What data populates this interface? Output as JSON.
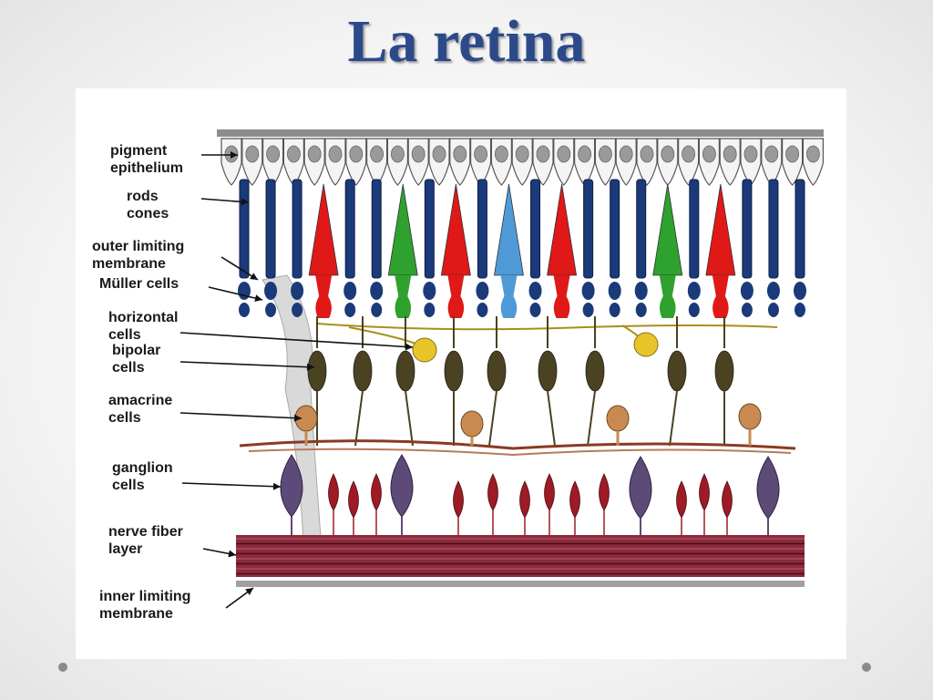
{
  "slide": {
    "title": "La retina"
  },
  "diagram": {
    "labels": [
      [
        "pigment",
        "epithelium"
      ],
      [
        "rods",
        "cones"
      ],
      [
        "outer limiting",
        "membrane"
      ],
      [
        "Müller cells"
      ],
      [
        "horizontal",
        "cells"
      ],
      [
        "bipolar",
        "cells"
      ],
      [
        "amacrine",
        "cells"
      ],
      [
        "ganglion",
        "cells"
      ],
      [
        "nerve fiber",
        "layer"
      ],
      [
        "inner limiting",
        "membrane"
      ]
    ],
    "photoreceptor_sequence": [
      "rod",
      "rod",
      "rod",
      "red-cone",
      "rod",
      "rod",
      "green-cone",
      "rod",
      "red-cone",
      "rod",
      "blue-cone",
      "rod",
      "red-cone",
      "rod",
      "rod",
      "rod",
      "green-cone",
      "rod",
      "red-cone",
      "rod",
      "rod",
      "rod"
    ],
    "colors": {
      "rod": "#1b3a7a",
      "red_cone": "#e01818",
      "green_cone": "#2ea12e",
      "blue_cone": "#4f9ad6",
      "horizontal": "#e7c42a",
      "bipolar": "#4a4220",
      "amacrine": "#c98a52",
      "ganglion": "#5e4a78",
      "ganglion_red": "#9e1a26",
      "nerve_fiber": "#6a1a28",
      "title": "#2c4a8a"
    }
  }
}
